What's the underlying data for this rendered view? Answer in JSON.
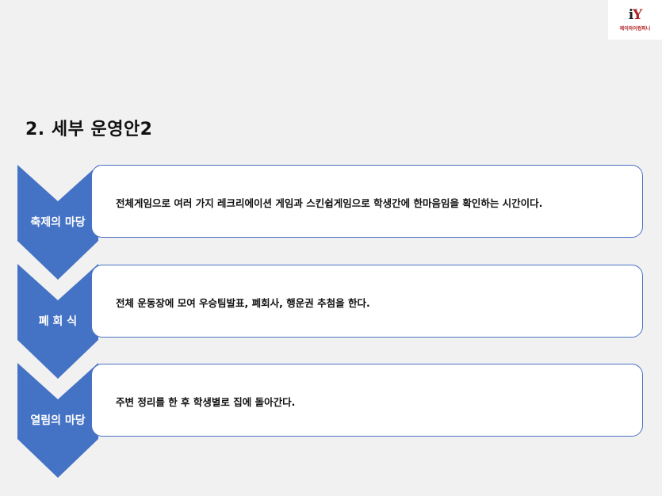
{
  "logo": {
    "mark_i": "i",
    "mark_y": "Y",
    "text": "제이와이컴퍼니"
  },
  "title": "2. 세부 운영안2",
  "colors": {
    "accent": "#4472c4",
    "border": "#4a72c4",
    "background": "#f1f1f1",
    "logo": "#b22222"
  },
  "steps": [
    {
      "label": "축제의 마당",
      "description": "전체게임으로 여러 가지 레크리에이션 게임과 스킨쉽게임으로 학생간에 한마음임을 확인하는 시간이다."
    },
    {
      "label": "폐 회 식",
      "description": "전체 운동장에 모여 우승팀발표, 폐회사, 행운권 추첨을 한다."
    },
    {
      "label": "열림의 마당",
      "description": "주변 정리를 한 후 학생별로 집에 돌아간다."
    }
  ]
}
